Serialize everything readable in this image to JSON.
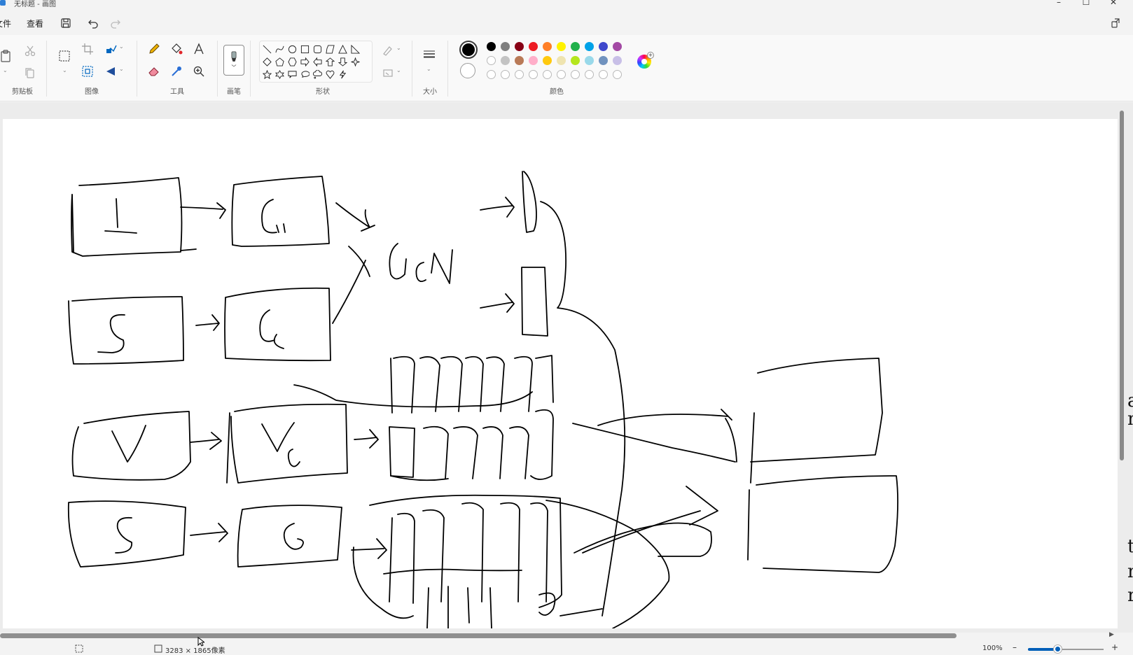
{
  "window": {
    "title": "无标题 - 画图",
    "minimize": "–",
    "maximize": "☐",
    "close": "✕"
  },
  "menu": {
    "file": "文件",
    "view": "查看"
  },
  "ribbon": {
    "clipboard_label": "剪贴板",
    "image_label": "图像",
    "tools_label": "工具",
    "brushes_label": "画笔",
    "shapes_label": "形状",
    "size_label": "大小",
    "colors_label": "颜色"
  },
  "colors": {
    "primary": "#000000",
    "secondary": "#ffffff",
    "row1": [
      "#000000",
      "#7f7f7f",
      "#880015",
      "#ed1c24",
      "#ff7f27",
      "#fff200",
      "#22b14c",
      "#00a2e8",
      "#3f48cc",
      "#a349a4"
    ],
    "row2": [
      "#ffffff",
      "#c3c3c3",
      "#b97a57",
      "#ffaec9",
      "#ffc90e",
      "#efe4b0",
      "#b5e61d",
      "#99d9ea",
      "#7092be",
      "#c8bfe7"
    ]
  },
  "canvas": {
    "peek_letters": [
      "a",
      "n",
      "t",
      "n",
      "r"
    ]
  },
  "status": {
    "canvas_size": "3283 × 1865像素",
    "zoom": "100%",
    "zoom_fraction": 0.4,
    "zoom_out": "–",
    "zoom_in": "+"
  }
}
